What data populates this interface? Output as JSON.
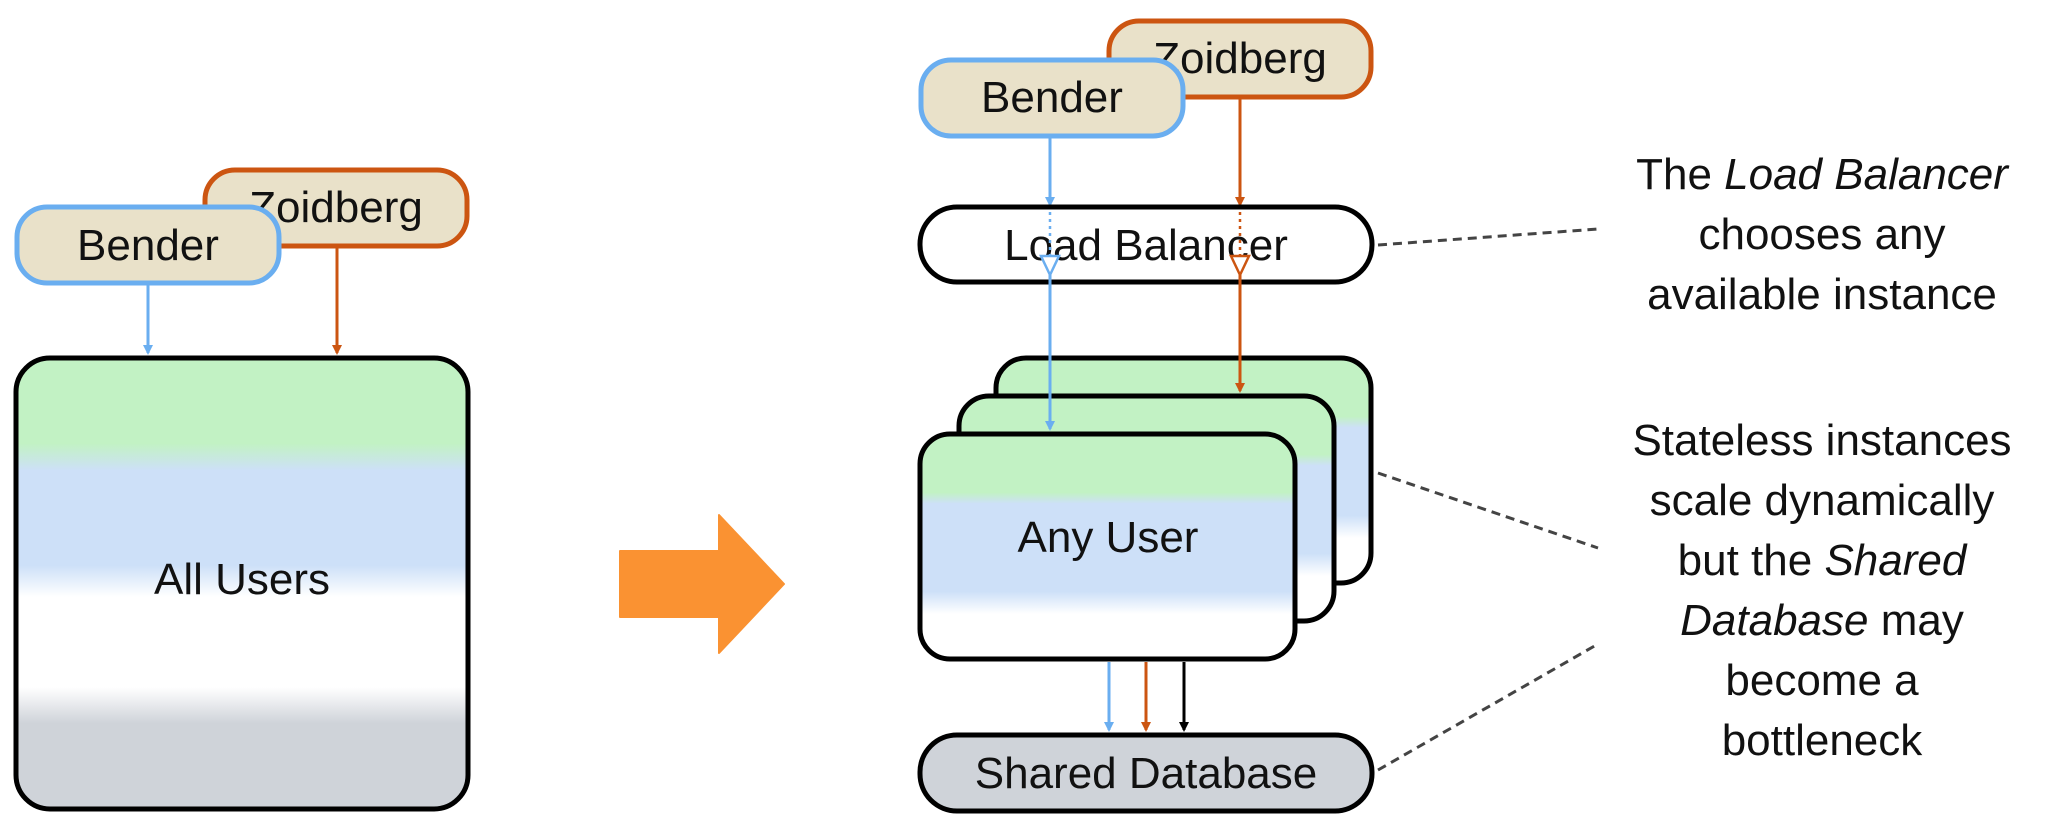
{
  "left": {
    "user_a": "Bender",
    "user_b": "Zoidberg",
    "app_label": "All Users"
  },
  "right": {
    "user_a": "Bender",
    "user_b": "Zoidberg",
    "load_balancer": "Load Balancer",
    "instance_label": "Any User",
    "database_label": "Shared Database"
  },
  "notes": {
    "lb_note": {
      "line1_pre": "The ",
      "line1_em": "Load Balancer",
      "line2": "chooses any",
      "line3": "available instance"
    },
    "db_note": {
      "line1": "Stateless instances",
      "line2": "scale dynamically",
      "line3_pre": "but the ",
      "line3_em": "Shared",
      "line4_em": "Database",
      "line4_post": " may",
      "line5": "become a",
      "line6": "bottleneck"
    }
  },
  "colors": {
    "user_a_stroke": "#6aaef0",
    "user_b_stroke": "#cc5511",
    "user_fill": "#e9e1c9",
    "green": "#c2f2c4",
    "blue": "#cde0f8",
    "gray": "#cfd3d9",
    "arrow_big": "#fa9232"
  },
  "icons": {
    "transition": "right-arrow-icon"
  }
}
